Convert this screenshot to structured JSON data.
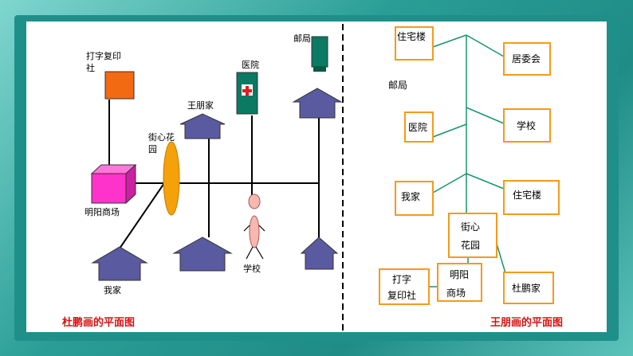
{
  "left_map": {
    "title": "杜鹏画的平面图",
    "labels": {
      "print_shop_line1": "打字复印",
      "print_shop_line2": "社",
      "hospital": "医院",
      "post_office": "邮局",
      "wang_home": "王朋家",
      "garden_line1": "街心花",
      "garden_line2": "园",
      "mall": "明阳商场",
      "my_home": "我家",
      "school": "学校"
    },
    "colors": {
      "print_shop": "#f26a12",
      "hospital": "#0b7a62",
      "mall": "#ff33cc",
      "garden": "#f5a10a",
      "house": "#5a5aa0"
    }
  },
  "right_map": {
    "title": "王朋画的平面图",
    "boxes": {
      "residence_a": "住宅楼",
      "committee": "居委会",
      "post_office": "邮局",
      "hospital": "医院",
      "school": "学校",
      "my_home": "我家",
      "residence_b": "住宅楼",
      "garden_line1": "街心",
      "garden_line2": "花园",
      "print_line1": "打字",
      "print_line2": "复印社",
      "mall_line1": "明阳",
      "mall_line2": "商场",
      "du_home": "杜鹏家"
    },
    "colors": {
      "box_border": "#f59a1a",
      "line": "#16966c"
    }
  }
}
